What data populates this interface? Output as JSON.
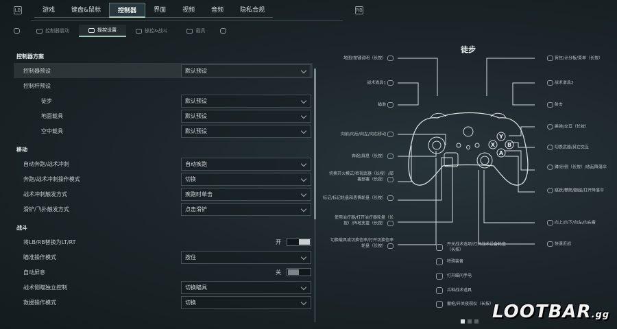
{
  "top_tabs": [
    "游戏",
    "键盘&鼠标",
    "控制器",
    "界面",
    "视频",
    "音频",
    "隐私合规"
  ],
  "sub_tabs": [
    {
      "label": "控制器震动",
      "active": false
    },
    {
      "label": "操控设置",
      "active": true
    },
    {
      "label": "操控&战斗",
      "active": false
    },
    {
      "label": "载具",
      "active": false
    }
  ],
  "sections": {
    "controller_scheme": "控制器方案",
    "movement": "移动",
    "combat": "战斗"
  },
  "rows": {
    "controller_preset": {
      "label": "控制器预设",
      "value": "默认预设"
    },
    "stick_preset": {
      "label": "控制杆预设"
    },
    "on_foot": {
      "label": "徒步",
      "value": "默认预设"
    },
    "ground_vehicle": {
      "label": "地面载具",
      "value": "默认预设"
    },
    "air_vehicle": {
      "label": "空中载具",
      "value": "默认预设"
    },
    "auto_sprint": {
      "label": "自动奔跑/战术冲刺",
      "value": "自动疾跑"
    },
    "sprint_mode": {
      "label": "奔跑/战术冲刺操作模式",
      "value": "切换"
    },
    "tac_sprint_trigger": {
      "label": "战术冲刺触发方式",
      "value": "疾跑时单击"
    },
    "slide_dive": {
      "label": "滑铲/飞扑触发方式",
      "value": "点击滑铲"
    },
    "swap_lb_rb": {
      "label": "将LB/RB替换为LT/RT",
      "state": "开"
    },
    "aim_mode": {
      "label": "瞄准操作模式",
      "value": "按住"
    },
    "auto_screen": {
      "label": "自动屏息",
      "state": "关"
    },
    "tac_stance": {
      "label": "战术侧瞄独立控制",
      "value": "切换瞄具"
    },
    "rescue_mode": {
      "label": "救援操作模式",
      "value": "切换"
    }
  },
  "diagram": {
    "title": "徒步",
    "left_labels": [
      "地图/按键说明（长按）",
      "战术道具1",
      "瞄准",
      "向前/向后/向左/向右移动",
      "奔跑/屏息（长按）",
      "切换开火模式/检视武器（长按）/部署部署（长按）",
      "标记/标记轮盘和表情轮盘（长按）",
      "使用治疗器/打开治疗器轮盘（长按）/阵地支援（长按）",
      "切换载具或切换信率/打开切换信率轮盘（长按）"
    ],
    "right_labels": [
      "背包/计分板/菜单（长按）",
      "战术道具2",
      "射击",
      "换弹/交互（长按）",
      "切换武器/其它交互",
      "蹲/卧倒（长按）/收起降落伞",
      "跳跃/攀爬/翻越/打开降落伞",
      "向上/向下/向左/向右看",
      "快速近战"
    ],
    "legend": [
      "开关战术选项/打开战术设备轮盘（长按）",
      "特殊装备",
      "打开瞄问手电",
      "兵种战术道具",
      "撤枪/开关夜视仪（长按）"
    ],
    "face_buttons": {
      "y": "Y",
      "x": "X",
      "b": "B",
      "a": "A"
    }
  },
  "logo": {
    "main": "LOOTBAR",
    "suffix": ".gg"
  },
  "pager": {
    "count": 3,
    "active": 0
  }
}
